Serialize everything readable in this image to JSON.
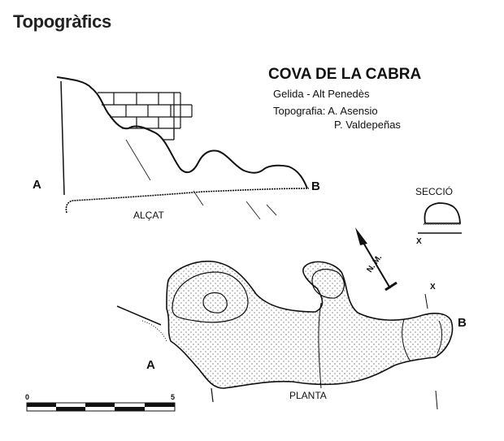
{
  "page": {
    "heading": "Topogràfics"
  },
  "map": {
    "title": "COVA DE LA CABRA",
    "location": "Gelida - Alt Penedès",
    "survey_label": "Topografia: A. Asensio",
    "survey_second": "P. Valdepeñas",
    "profile_label": "ALÇAT",
    "section_label": "SECCIÓ",
    "plan_label": "PLANTA",
    "point_a": "A",
    "point_b": "B",
    "section_mark": "X",
    "north_label": "N. M.",
    "scale": {
      "start": "0",
      "end": "5"
    }
  }
}
